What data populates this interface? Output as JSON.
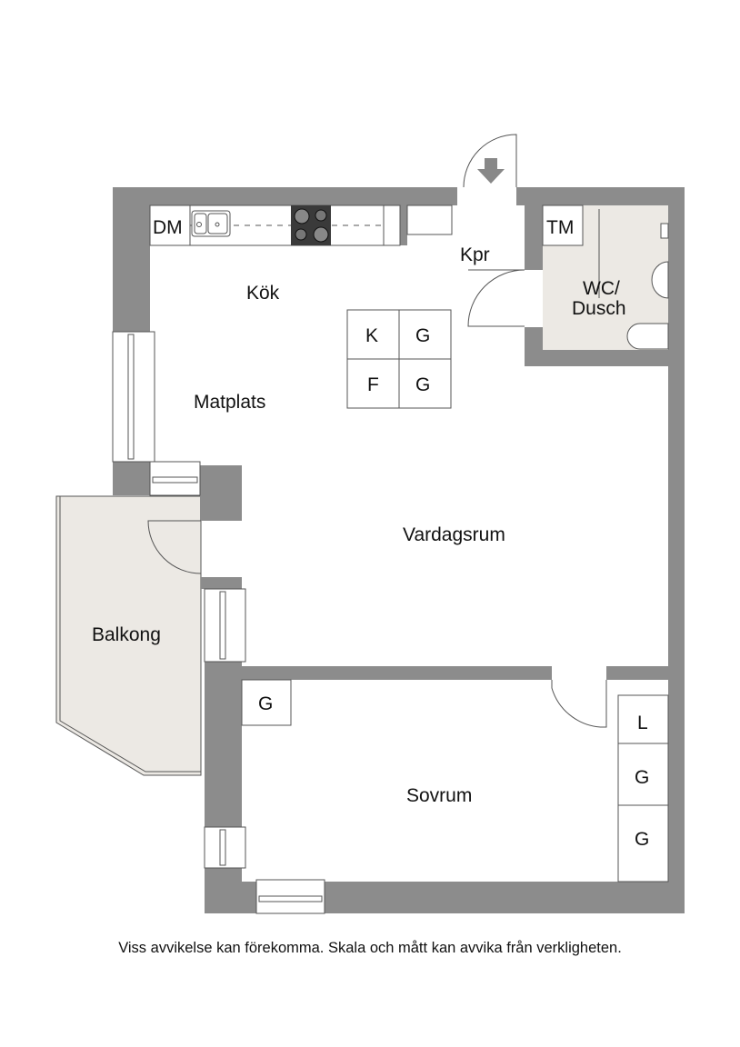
{
  "rooms": {
    "kitchen": "Kök",
    "dining": "Matplats",
    "hall": "Kpr",
    "bathroom_line1": "WC/",
    "bathroom_line2": "Dusch",
    "living": "Vardagsrum",
    "balcony": "Balkong",
    "bedroom": "Sovrum"
  },
  "fixtures": {
    "dishwasher": "DM",
    "washing_machine": "TM",
    "kitchen_storage": [
      "K",
      "G",
      "F",
      "G"
    ],
    "bedroom_closet_left": "G",
    "bedroom_closets_right": [
      "L",
      "G",
      "G"
    ]
  },
  "footer": "Viss avvikelse kan förekomma. Skala och mått kan avvika från verkligheten.",
  "colors": {
    "wall": "#8c8c8c",
    "wet_floor": "#ece9e4"
  }
}
